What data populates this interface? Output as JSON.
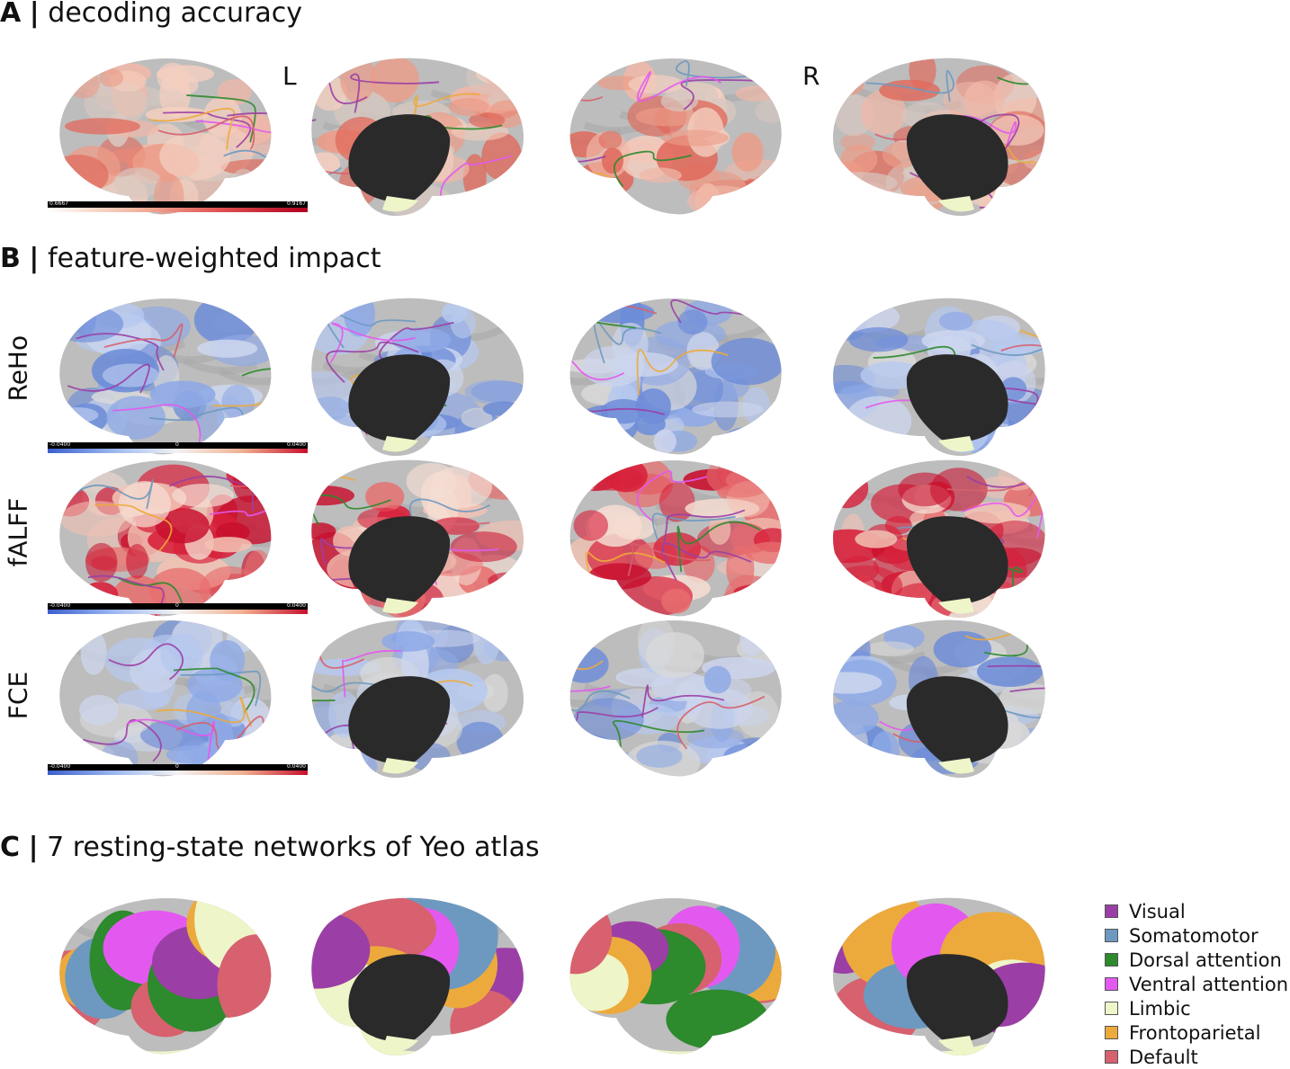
{
  "panels": {
    "A": {
      "letter": "A",
      "title": "decoding accuracy"
    },
    "B": {
      "letter": "B",
      "title": "feature-weighted impact"
    },
    "C": {
      "letter": "C",
      "title": "7 resting-state networks of Yeo atlas"
    }
  },
  "hemispheres": {
    "left": "L",
    "right": "R"
  },
  "rows": [
    "ReHo",
    "fALFF",
    "FCE"
  ],
  "colorbars": {
    "accuracy": {
      "min": "0.6667",
      "max": "0.9167",
      "colors": [
        "#ffffff",
        "#f2b8a0",
        "#e05050",
        "#b00020"
      ]
    },
    "impact": {
      "min": "-0.0400",
      "mid": "0",
      "max": "0.0400",
      "colors": [
        "#3a5fcd",
        "#9bb6ef",
        "#f2f2f2",
        "#f0b090",
        "#c8102e"
      ]
    }
  },
  "legend": {
    "items": [
      {
        "label": "Visual",
        "color": "#9b3fa6"
      },
      {
        "label": "Somatomotor",
        "color": "#6d99c0"
      },
      {
        "label": "Dorsal attention",
        "color": "#2d8a2d"
      },
      {
        "label": "Ventral attention",
        "color": "#e359f0"
      },
      {
        "label": "Limbic",
        "color": "#eef5c8"
      },
      {
        "label": "Frontoparietal",
        "color": "#ecaa3c"
      },
      {
        "label": "Default",
        "color": "#d7616e"
      }
    ]
  }
}
